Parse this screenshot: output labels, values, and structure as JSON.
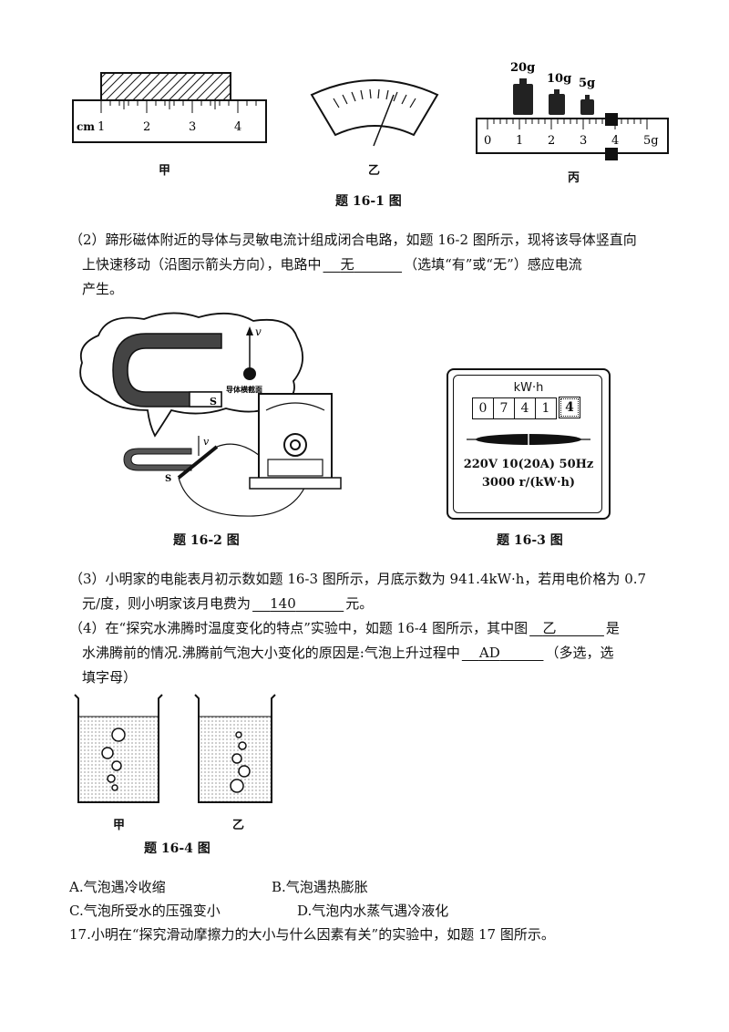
{
  "fig16_1": {
    "jia": {
      "unit": "cm",
      "ticks": [
        "1",
        "2",
        "3",
        "4"
      ],
      "label": "甲"
    },
    "yi": {
      "label": "乙"
    },
    "bing": {
      "weights": [
        "20g",
        "10g",
        "5g"
      ],
      "ticks": [
        "0",
        "1",
        "2",
        "3",
        "4",
        "5g"
      ],
      "label": "丙"
    },
    "caption": "题 16-1 图"
  },
  "q2": {
    "line1": "（2）蹄形磁体附近的导体与灵敏电流计组成闭合电路，如题 16-2 图所示，现将该导体竖直向",
    "line2_pre": "上快速移动（沿图示箭头方向），电路中",
    "answer": "无",
    "line2_post": "（选填“有”或“无”）感应电流",
    "line3": "产生。"
  },
  "fig16_2": {
    "v": "v",
    "v2": "v",
    "s": "S",
    "s2": "S",
    "cross_label": "导体横截面",
    "caption": "题 16-2 图"
  },
  "fig16_3": {
    "unit": "kW·h",
    "digits": [
      "0",
      "7",
      "4",
      "1",
      "4"
    ],
    "spec1": "220V 10(20A) 50Hz",
    "spec2": "3000 r/(kW·h)",
    "caption": "题 16-3 图"
  },
  "q3": {
    "line1": "（3）小明家的电能表月初示数如题 16-3 图所示，月底示数为 941.4kW·h，若用电价格为 0.7",
    "line2_pre": "元/度，则小明家该月电费为",
    "answer": "140",
    "line2_post": "元。"
  },
  "q4": {
    "line1_pre": "（4）在“探究水沸腾时温度变化的特点”实验中，如题 16-4 图所示，其中图",
    "answer1": "乙",
    "line1_post": "是",
    "line2_pre": "水沸腾前的情况.沸腾前气泡大小变化的原因是:气泡上升过程中",
    "answer2": "AD",
    "line2_post": "（多选，选",
    "line3": "填字母）"
  },
  "fig16_4": {
    "label_jia": "甲",
    "label_yi": "乙",
    "caption": "题 16-4 图"
  },
  "options": {
    "a": "A.气泡遇冷收缩",
    "b": "B.气泡遇热膨胀",
    "c": "C.气泡所受水的压强变小",
    "d": "D.气泡内水蒸气遇冷液化"
  },
  "q17": {
    "text": "17.小明在“探究滑动摩擦力的大小与什么因素有关”的实验中，如题 17 图所示。"
  }
}
